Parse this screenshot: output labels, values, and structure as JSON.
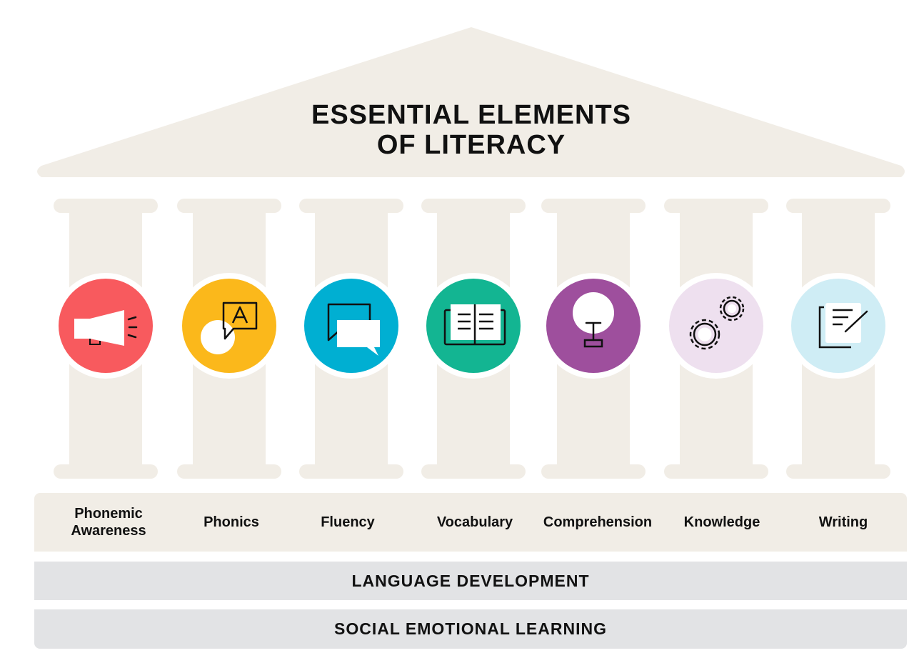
{
  "title": {
    "line1": "ESSENTIAL ELEMENTS",
    "line2": "OF LITERACY"
  },
  "elements": [
    {
      "label": "Phonemic Awareness",
      "icon": "megaphone-icon",
      "color": "#f85a5e"
    },
    {
      "label": "Phonics",
      "icon": "letter-speech-bubble-icon",
      "color": "#fbb81b"
    },
    {
      "label": "Fluency",
      "icon": "conversation-bubbles-icon",
      "color": "#00afd2"
    },
    {
      "label": "Vocabulary",
      "icon": "open-book-icon",
      "color": "#13b592"
    },
    {
      "label": "Comprehension",
      "icon": "lightbulb-icon",
      "color": "#9e4f9d"
    },
    {
      "label": "Knowledge",
      "icon": "gears-icon",
      "color": "#eee0ef"
    },
    {
      "label": "Writing",
      "icon": "note-pencil-icon",
      "color": "#cfedf5"
    }
  ],
  "foundations": {
    "language": "LANGUAGE DEVELOPMENT",
    "sel": "SOCIAL EMOTIONAL LEARNING"
  },
  "colors": {
    "structure": "#f1ede6",
    "foundation": "#e2e3e5",
    "text": "#111111"
  }
}
